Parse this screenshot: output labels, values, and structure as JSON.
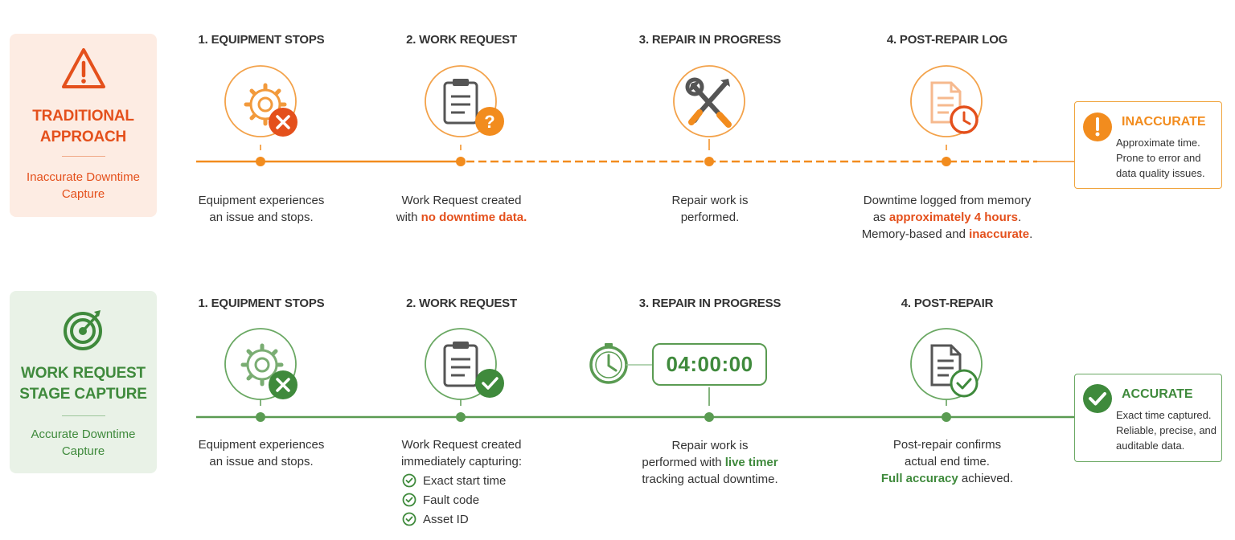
{
  "colors": {
    "orange": "#e4501c",
    "orange_light": "#f28c1e",
    "green": "#3f8a3c",
    "panel_orange_bg": "#fdece3",
    "panel_green_bg": "#e9f2e7"
  },
  "traditional": {
    "title_line1": "TRADITIONAL",
    "title_line2": "APPROACH",
    "subtitle_line1": "Inaccurate Downtime",
    "subtitle_line2": "Capture",
    "icon": "warning-icon",
    "steps": [
      {
        "label": "1. EQUIPMENT STOPS",
        "icon": "gear-error-icon",
        "caption": {
          "line1": "Equipment experiences",
          "line2": "an issue and stops."
        }
      },
      {
        "label": "2. WORK REQUEST",
        "icon": "clipboard-question-icon",
        "caption": {
          "line1": "Work Request created",
          "line2_pre": "with ",
          "line2_hl": "no downtime data."
        }
      },
      {
        "label": "3. REPAIR IN PROGRESS",
        "icon": "tools-icon",
        "caption": {
          "line1": "Repair work is",
          "line2": "performed."
        }
      },
      {
        "label": "4. POST-REPAIR LOG",
        "icon": "document-clock-icon",
        "caption": {
          "line1": "Downtime logged from memory",
          "line2_pre": "as ",
          "line2_hl": "approximately 4 hours",
          "line2_post": ".",
          "line3_pre": "Memory-based and ",
          "line3_hl": "inaccurate",
          "line3_post": "."
        }
      }
    ],
    "result": {
      "title": "INACCURATE",
      "icon": "exclamation-icon",
      "line1": "Approximate time.",
      "line2": "Prone to error and",
      "line3": "data quality issues."
    }
  },
  "work_request": {
    "title_line1": "WORK REQUEST",
    "title_line2": "STAGE CAPTURE",
    "subtitle_line1": "Accurate Downtime",
    "subtitle_line2": "Capture",
    "icon": "target-icon",
    "steps": [
      {
        "label": "1. EQUIPMENT STOPS",
        "icon": "gear-error-icon",
        "caption": {
          "line1": "Equipment experiences",
          "line2": "an issue and stops."
        }
      },
      {
        "label": "2. WORK REQUEST",
        "icon": "clipboard-check-icon",
        "caption": {
          "line1": "Work Request created",
          "line2": "immediately capturing:"
        },
        "checklist": [
          "Exact start time",
          "Fault code",
          "Asset ID"
        ]
      },
      {
        "label": "3. REPAIR IN PROGRESS",
        "icon": "stopwatch-icon",
        "timer": "04:00:00",
        "caption": {
          "line1": "Repair work is",
          "line2_pre": "performed with ",
          "line2_hl": "live timer",
          "line3": "tracking actual downtime."
        }
      },
      {
        "label": "4. POST-REPAIR",
        "icon": "document-check-icon",
        "caption": {
          "line1": "Post-repair confirms",
          "line2": "actual end time.",
          "line3_hl": "Full accuracy",
          "line3_post": " achieved."
        }
      }
    ],
    "result": {
      "title": "ACCURATE",
      "icon": "checkmark-icon",
      "line1": "Exact time captured.",
      "line2": "Reliable, precise, and",
      "line3": "auditable data."
    }
  }
}
